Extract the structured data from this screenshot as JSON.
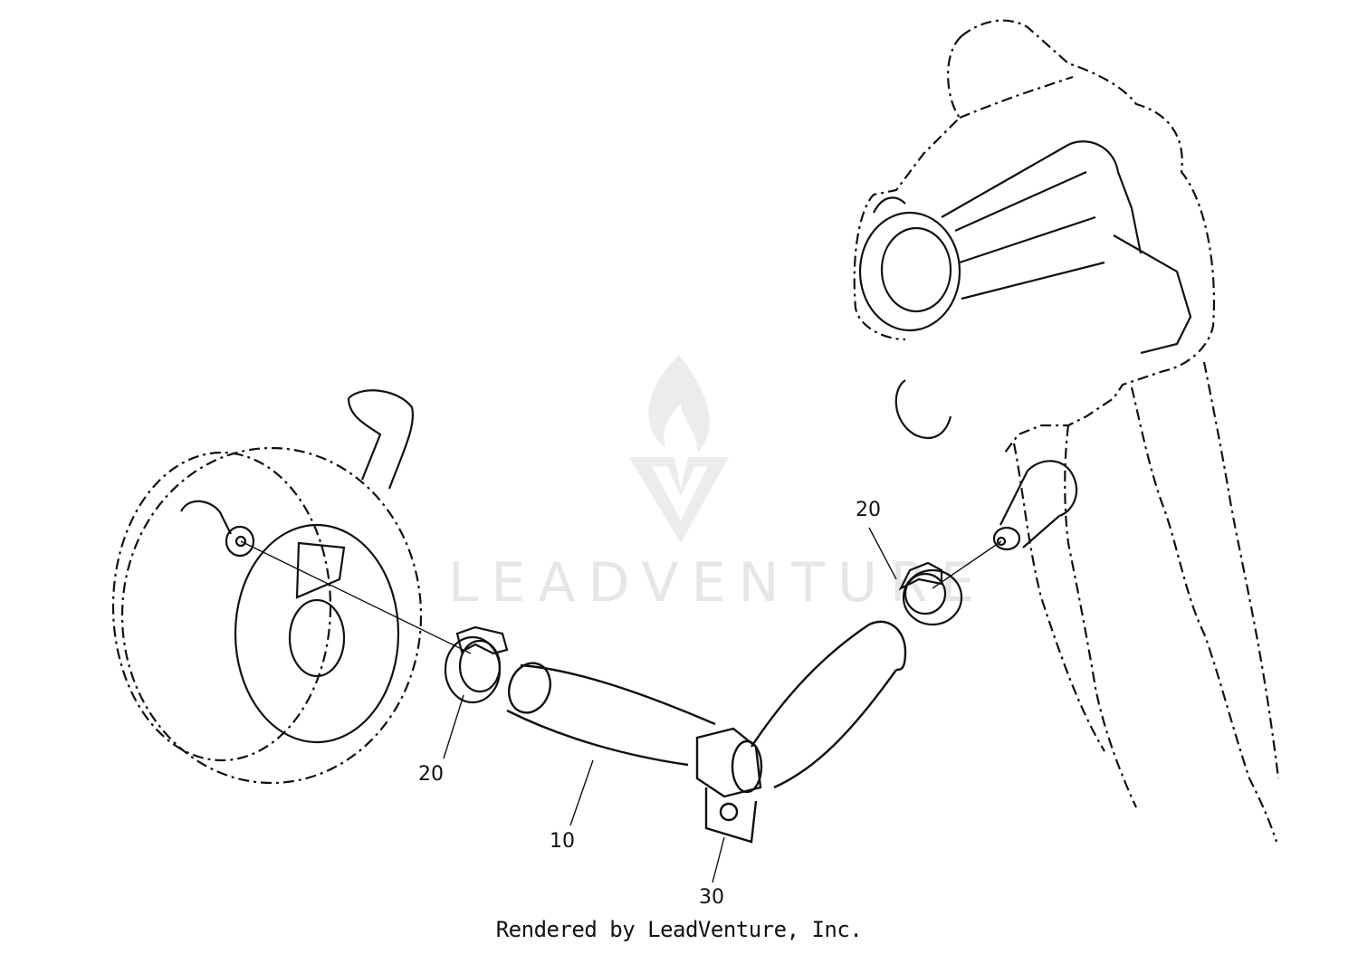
{
  "callouts": {
    "hose": "10",
    "clamp_left": "20",
    "clamp_right": "20",
    "bracket": "30"
  },
  "watermark": {
    "text": "LEADVENTURE",
    "logo_icon": "flame-v-logo-icon",
    "color": "#e6e6e6"
  },
  "footer": {
    "text": "Rendered by LeadVenture, Inc."
  },
  "colors": {
    "line": "#111111",
    "background": "#ffffff"
  }
}
